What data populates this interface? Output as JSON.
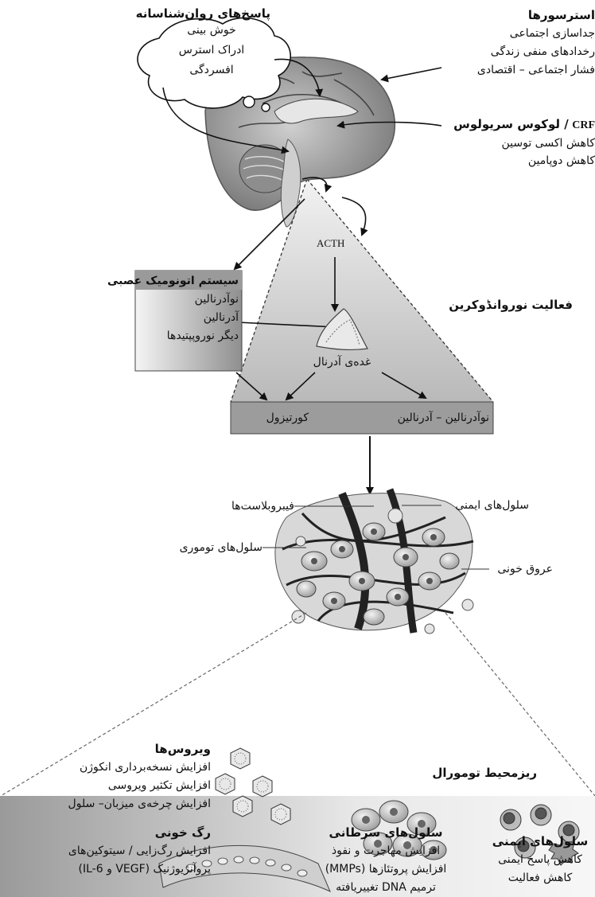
{
  "psych": {
    "title": "پاسخ‌های روان‌شناسانه",
    "lines": [
      "خوش بینی",
      "ادراک استرس",
      "افسردگی"
    ]
  },
  "stressors": {
    "title": "استرسورها",
    "lines": [
      "جداسازی اجتماعی",
      "رخدادهای منفی زندگی",
      "فشار اجتماعی – اقتصادی"
    ]
  },
  "locus": {
    "crf": "CRF",
    "title": "/ لوکوس سریولوس",
    "lines": [
      "کاهش اکسی توسین",
      "کاهش دوپامین"
    ]
  },
  "acth": "ACTH",
  "neuro_label": "فعالیت نوروانڈوکرین",
  "autonomic": {
    "title": "سیستم اتونومیک عصبی",
    "lines": [
      "نوآدرنالین",
      "آدرنالین",
      "دیگر نوروپپتیدها"
    ]
  },
  "adrenal": "غده‌ی آدرنال",
  "bar": {
    "left": "کورتیزول",
    "right": "نوآدرنالین – آدرنالین"
  },
  "tme_labels": {
    "fibro": "فیبروبلاست‌ها",
    "tumor": "سلول‌های توموری",
    "immune": "سلول‌های ایمنی",
    "vessels": "عروق خونی"
  },
  "micro_title": "ریزمحیط تومورال",
  "viruses": {
    "title": "ویروس‌ها",
    "lines": [
      "افزایش نسخه‌برداری انکوژن",
      "افزایش تکثیر ویروسی",
      "افزایش چرخه‌ی میزبان– سلول"
    ]
  },
  "vessel": {
    "title": "رگ خونی",
    "lines": [
      "افزایش رگ‌زایی / سیتوکین‌های",
      "پروآنژیوژنیک (VEGF و IL-6)"
    ]
  },
  "cancer": {
    "title": "سلول‌های سرطانی",
    "lines": [
      "افزایش مهاجرت و نفوذ",
      "افزایش پروتئازها (MMPs)",
      "ترمیم DNA تغییریافته"
    ]
  },
  "immune_cells": {
    "title": "سلول‌های ایمنی",
    "lines": [
      "کاهش پاسخ ایمنی",
      "کاهش فعالیت"
    ]
  }
}
